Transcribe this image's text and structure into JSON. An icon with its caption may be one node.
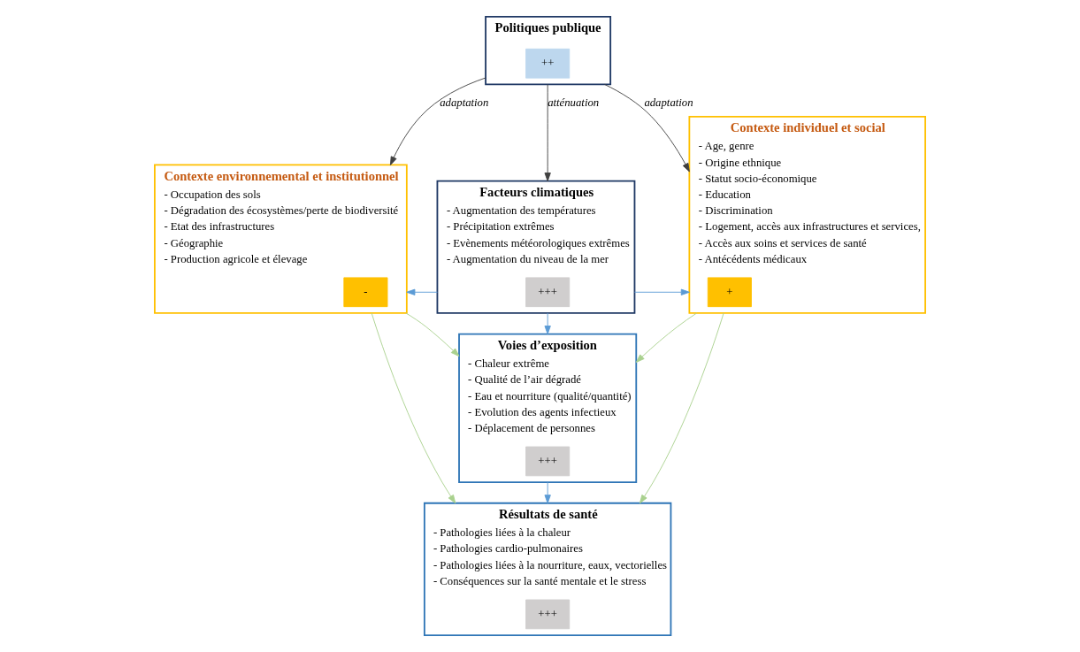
{
  "diagram": {
    "nodes": [
      {
        "text": [
          "Politiques publique"
        ]
      },
      {
        "text": [
          "++"
        ],
        "in": 0
      },
      {
        "text": [
          "Facteurs climatiques",
          "- Augmentation des températures",
          "- Précipitation extrêmes",
          "- Evènements météorologiques extrêmes",
          "- Augmentation du niveau de la mer"
        ]
      },
      {
        "text": [
          "+++"
        ],
        "in": 2
      },
      {
        "text": [
          "Contexte environnemental et institutionnel",
          "- Occupation des sols",
          "- Dégradation des écosystèmes/perte de biodiversité",
          "- Etat des infrastructures",
          "- Géographie",
          "- Production agricole et élevage"
        ]
      },
      {
        "text": [
          "-"
        ],
        "in": 4
      },
      {
        "text": [
          "Contexte individuel et social",
          "- Age, genre",
          "- Origine ethnique",
          "- Statut socio-économique",
          "- Education",
          "- Discrimination",
          "- Logement, accès aux infrastructures et services,",
          "- Accès aux soins et services de santé",
          "- Antécédents médicaux"
        ]
      },
      {
        "text": [
          "+"
        ],
        "in": 6
      },
      {
        "text": [
          "Voies d’exposition",
          "- Chaleur extrême",
          "- Qualité de l’air dégradé",
          "- Eau et nourriture (qualité/quantité)",
          "- Evolution des agents infectieux",
          "- Déplacement de personnes"
        ]
      },
      {
        "text": [
          "+++"
        ],
        "in": 8
      },
      {
        "text": [
          "Résultats de santé",
          "- Pathologies liées à la chaleur",
          "- Pathologies cardio-pulmonaires",
          "- Pathologies liées à la nourriture, eaux, vectorielles",
          "- Conséquences sur la santé mentale et le stress"
        ]
      },
      {
        "text": [
          "+++"
        ],
        "in": 10
      }
    ],
    "edges": [
      {
        "from": 0,
        "to": 4,
        "arrow": "to",
        "label": "adaptation",
        "color": "#404040"
      },
      {
        "from": 0,
        "to": 6,
        "arrow": "to",
        "label": "adaptation",
        "color": "#404040"
      },
      {
        "from": 0,
        "to": 2,
        "arrow": "to",
        "label": "atténuation",
        "color": "#404040"
      },
      {
        "from": 2,
        "to": 4,
        "arrow": "to",
        "color": "#5b9bd5"
      },
      {
        "from": 2,
        "to": 6,
        "arrow": "to",
        "color": "#5b9bd5"
      },
      {
        "from": 2,
        "to": 8,
        "arrow": "to",
        "color": "#5b9bd5"
      },
      {
        "from": 8,
        "to": 10,
        "arrow": "to",
        "color": "#5b9bd5"
      },
      {
        "from": 4,
        "to": 8,
        "arrow": "to",
        "color": "#a9d18e"
      },
      {
        "from": 4,
        "to": 10,
        "arrow": "to",
        "color": "#a9d18e"
      },
      {
        "from": 6,
        "to": 8,
        "arrow": "to",
        "color": "#a9d18e"
      },
      {
        "from": 6,
        "to": 10,
        "arrow": "to",
        "color": "#a9d18e"
      }
    ]
  }
}
